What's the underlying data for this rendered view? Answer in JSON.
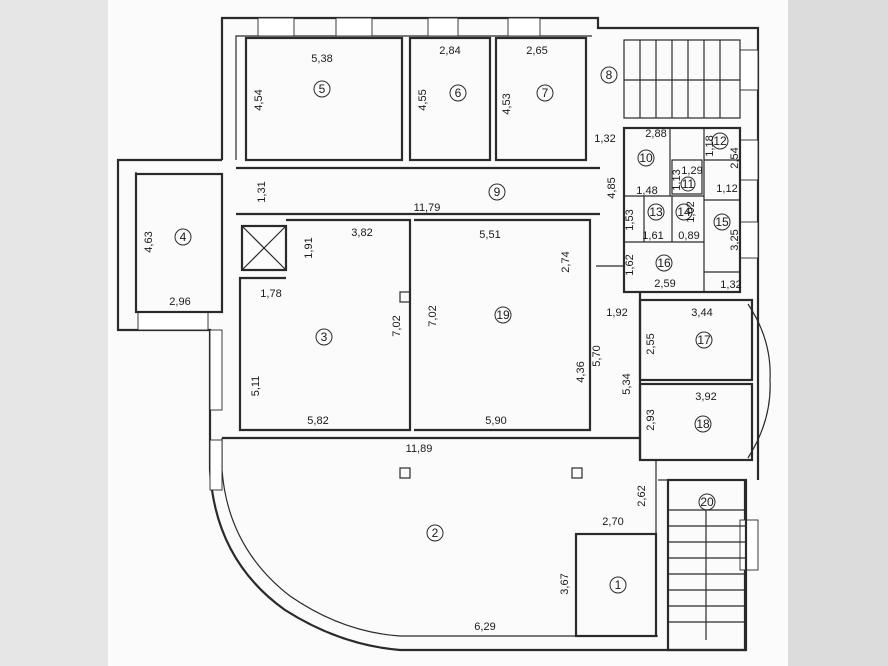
{
  "rooms": {
    "r1": "1",
    "r2": "2",
    "r3": "3",
    "r4": "4",
    "r5": "5",
    "r6": "6",
    "r7": "7",
    "r8": "8",
    "r9": "9",
    "r10": "10",
    "r11": "11",
    "r12": "12",
    "r13": "13",
    "r14": "14",
    "r15": "15",
    "r16": "16",
    "r17": "17",
    "r18": "18",
    "r19": "19",
    "r20": "20"
  },
  "dims": {
    "d_538": "5,38",
    "d_454": "4,54",
    "d_284": "2,84",
    "d_455": "4,55",
    "d_265": "2,65",
    "d_453": "4,53",
    "d_132a": "1,32",
    "d_288": "2,88",
    "d_118": "1,18",
    "d_254": "2,54",
    "d_113": "1,13",
    "d_129": "1,29",
    "d_148": "1,48",
    "d_112": "1,12",
    "d_131": "1,31",
    "d_1179": "11,79",
    "d_485": "4,85",
    "d_153": "1,53",
    "d_102": "1,02",
    "d_161": "1,61",
    "d_089": "0,89",
    "d_325": "3,25",
    "d_463": "4,63",
    "d_191": "1,91",
    "d_382": "3,82",
    "d_551": "5,51",
    "d_274": "2,74",
    "d_162": "1,62",
    "d_259": "2,59",
    "d_132b": "1,32",
    "d_296": "2,96",
    "d_178": "1,78",
    "d_702a": "7,02",
    "d_702b": "7,02",
    "d_192": "1,92",
    "d_344": "3,44",
    "d_255": "2,55",
    "d_570": "5,70",
    "d_436": "4,36",
    "d_511": "5,11",
    "d_534": "5,34",
    "d_392": "3,92",
    "d_293": "2,93",
    "d_582": "5,82",
    "d_590": "5,90",
    "d_1189": "11,89",
    "d_262": "2,62",
    "d_270": "2,70",
    "d_367": "3,67",
    "d_629": "6,29"
  }
}
